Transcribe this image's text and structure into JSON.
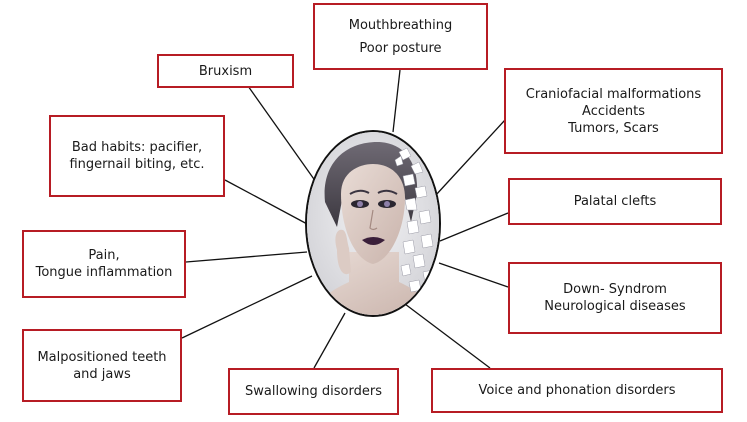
{
  "diagram": {
    "center": {
      "image": "portrait-face-dispersion",
      "label": ""
    },
    "nodes": [
      {
        "id": "mouthbreathing",
        "lines": [
          "Mouthbreathing",
          "Poor posture"
        ]
      },
      {
        "id": "bruxism",
        "lines": [
          "Bruxism"
        ]
      },
      {
        "id": "craniofacial",
        "lines": [
          "Craniofacial malformations",
          "Accidents",
          "Tumors, Scars"
        ]
      },
      {
        "id": "bad-habits",
        "lines": [
          "Bad habits: pacifier,",
          "fingernail biting, etc."
        ]
      },
      {
        "id": "palatal",
        "lines": [
          "Palatal clefts"
        ]
      },
      {
        "id": "pain",
        "lines": [
          "Pain,",
          "Tongue inflammation"
        ]
      },
      {
        "id": "down",
        "lines": [
          "Down- Syndrom",
          "Neurological diseases"
        ]
      },
      {
        "id": "malpositioned",
        "lines": [
          "Malpositioned teeth",
          "and jaws"
        ]
      },
      {
        "id": "swallowing",
        "lines": [
          "Swallowing disorders"
        ]
      },
      {
        "id": "voice",
        "lines": [
          "Voice and phonation disorders"
        ]
      }
    ],
    "colors": {
      "box_border": "#b71c24",
      "line": "#111111"
    }
  }
}
